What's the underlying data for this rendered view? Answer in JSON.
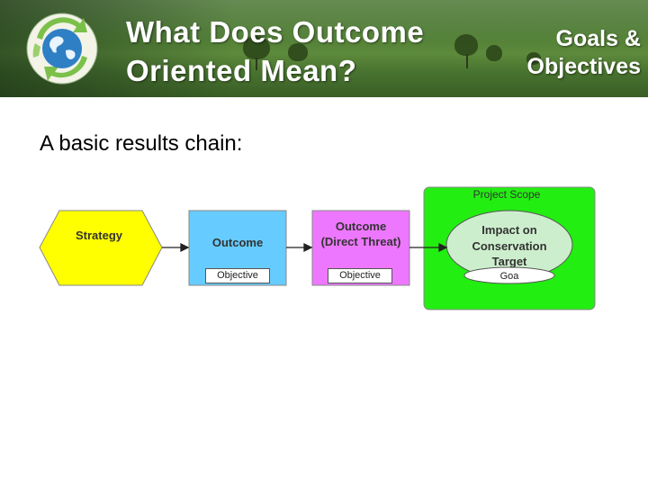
{
  "header": {
    "title_line1": "What Does Outcome",
    "title_line2": "Oriented Mean?",
    "section_line1": "Goals &",
    "section_line2": "Objectives"
  },
  "subtitle": "A basic results chain:",
  "diagram": {
    "scope_label": "Project Scope",
    "strategy": {
      "label": "Strategy",
      "color": "#ffff00"
    },
    "outcome1": {
      "label": "Outcome",
      "tag": "Objective",
      "color": "#66ccff"
    },
    "outcome2": {
      "label_line1": "Outcome",
      "label_line2": "(Direct Threat)",
      "tag": "Objective",
      "color": "#ee77ff"
    },
    "impact": {
      "label_line1": "Impact on",
      "label_line2": "Conservation",
      "label_line3": "Target",
      "tag": "Goa",
      "color": "#cdeecd"
    },
    "scope_color": "#22ee11"
  },
  "icons": {
    "logo": "globe-recycle-logo"
  }
}
